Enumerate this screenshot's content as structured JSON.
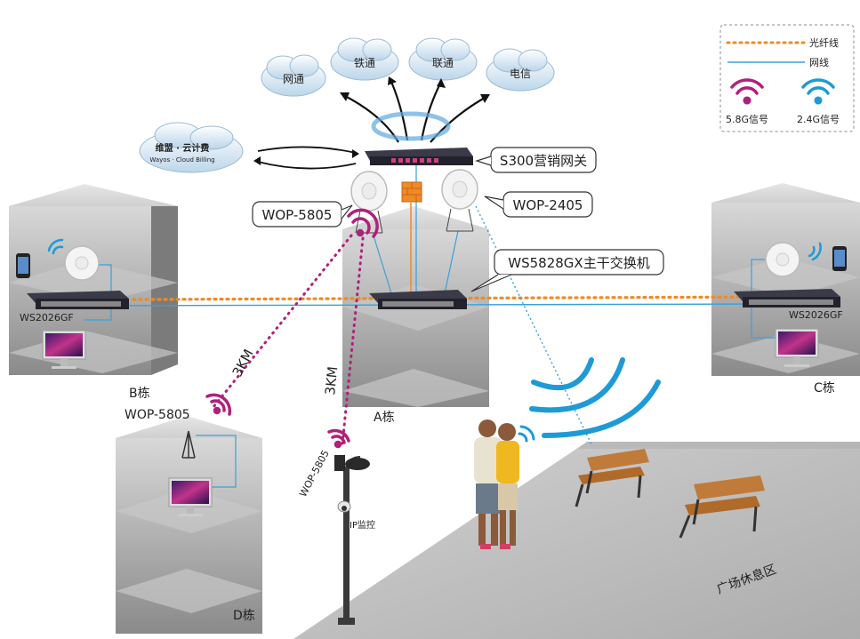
{
  "legend": {
    "fiber_label": "光纤线",
    "cable_label": "网线",
    "wifi_58_label": "5.8G信号",
    "wifi_24_label": "2.4G信号"
  },
  "isps": [
    "网通",
    "铁通",
    "联通",
    "电信"
  ],
  "cloud_billing": {
    "line1": "维盟 · 云计费",
    "line2": "Wayos · Cloud Billing"
  },
  "callouts": {
    "gateway": "S300营销网关",
    "ap_58": "WOP-5805",
    "ap_24": "WOP-2405",
    "core_switch": "WS5828GX主干交换机"
  },
  "buildings": {
    "a": "A栋",
    "b": "B栋",
    "c": "C栋",
    "d": "D栋",
    "b_switch": "WS2026GF",
    "c_switch": "WS2026GF"
  },
  "links": {
    "to_d_distance": "3KM",
    "to_pole_distance": "3KM",
    "d_ap": "WOP-5805",
    "pole_ap": "WOP-5805",
    "ip_camera": "IP监控"
  },
  "plaza": {
    "label": "广场休息区"
  },
  "colors": {
    "fiber": "#f08a24",
    "cable": "#3aa0d8",
    "wifi_58": "#b0207a",
    "wifi_24": "#1e9ad6",
    "building": "#9a9a9a"
  }
}
